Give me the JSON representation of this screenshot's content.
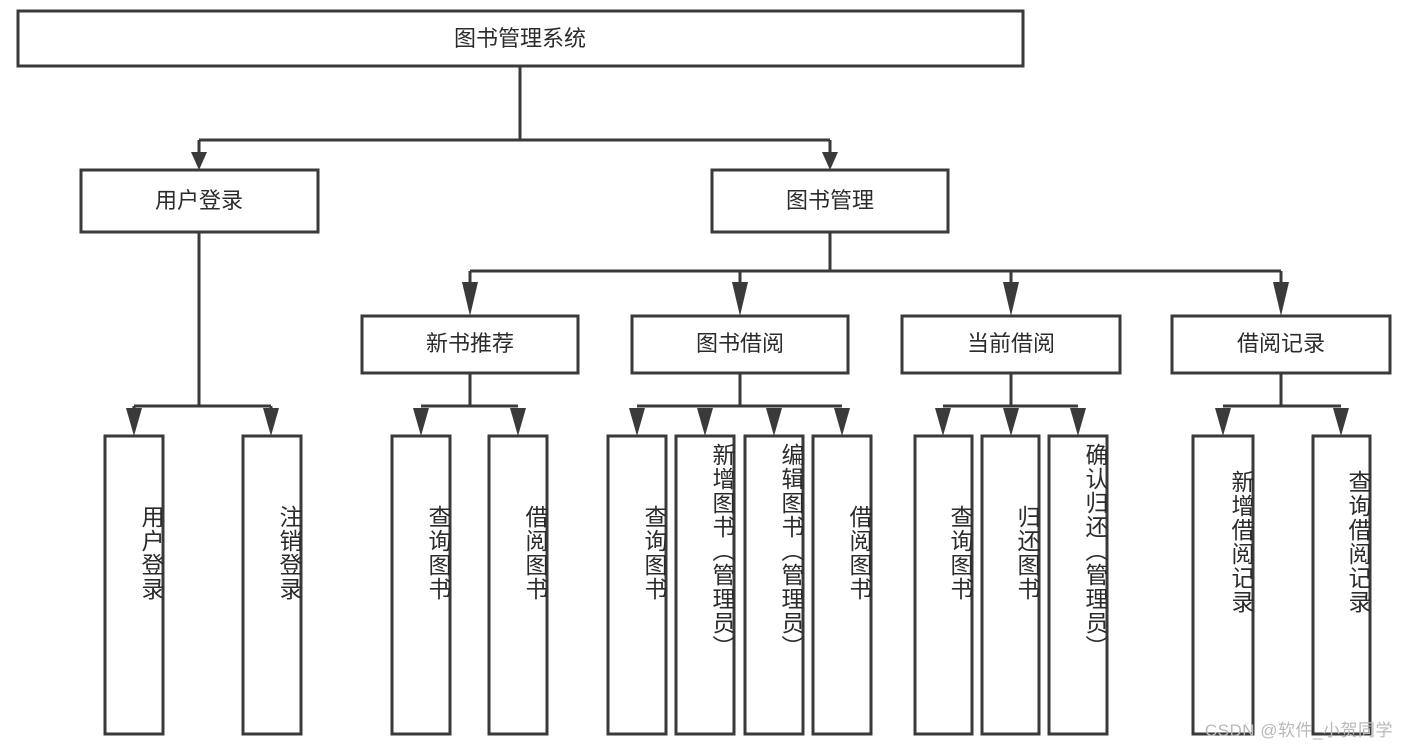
{
  "diagram": {
    "title": "图书管理系统",
    "watermark": "CSDN @软件_小贺同学",
    "colors": {
      "stroke": "#3a3a3a",
      "box_fill": "#ffffff",
      "text": "#2b2b2b",
      "background": "#ffffff",
      "watermark": "#b9b9b9"
    },
    "levels": {
      "level1": [
        {
          "id": "root",
          "label": "图书管理系统"
        }
      ],
      "level2": [
        {
          "id": "user-login",
          "label": "用户登录"
        },
        {
          "id": "book-management",
          "label": "图书管理"
        }
      ],
      "level3": [
        {
          "id": "new-book-recommend",
          "label": "新书推荐"
        },
        {
          "id": "book-borrow",
          "label": "图书借阅"
        },
        {
          "id": "current-borrow",
          "label": "当前借阅"
        },
        {
          "id": "borrow-record",
          "label": "借阅记录"
        }
      ],
      "level4": [
        {
          "id": "leaf-user-login",
          "label": "用户登录",
          "parent": "user-login"
        },
        {
          "id": "leaf-logout",
          "label": "注销登录",
          "parent": "user-login"
        },
        {
          "id": "leaf-query-book-1",
          "label": "查询图书",
          "parent": "new-book-recommend"
        },
        {
          "id": "leaf-borrow-book-1",
          "label": "借阅图书",
          "parent": "new-book-recommend"
        },
        {
          "id": "leaf-query-book-2",
          "label": "查询图书",
          "parent": "book-borrow"
        },
        {
          "id": "leaf-add-book",
          "label": "新增图书（管理员）",
          "parent": "book-borrow"
        },
        {
          "id": "leaf-edit-book",
          "label": "编辑图书（管理员）",
          "parent": "book-borrow"
        },
        {
          "id": "leaf-borrow-book-2",
          "label": "借阅图书",
          "parent": "book-borrow"
        },
        {
          "id": "leaf-query-book-3",
          "label": "查询图书",
          "parent": "current-borrow"
        },
        {
          "id": "leaf-return-book",
          "label": "归还图书",
          "parent": "current-borrow"
        },
        {
          "id": "leaf-confirm-return",
          "label": "确认归还（管理员）",
          "parent": "current-borrow"
        },
        {
          "id": "leaf-add-record",
          "label": "新增借阅记录",
          "parent": "borrow-record"
        },
        {
          "id": "leaf-query-record",
          "label": "查询借阅记录",
          "parent": "borrow-record"
        }
      ]
    }
  }
}
